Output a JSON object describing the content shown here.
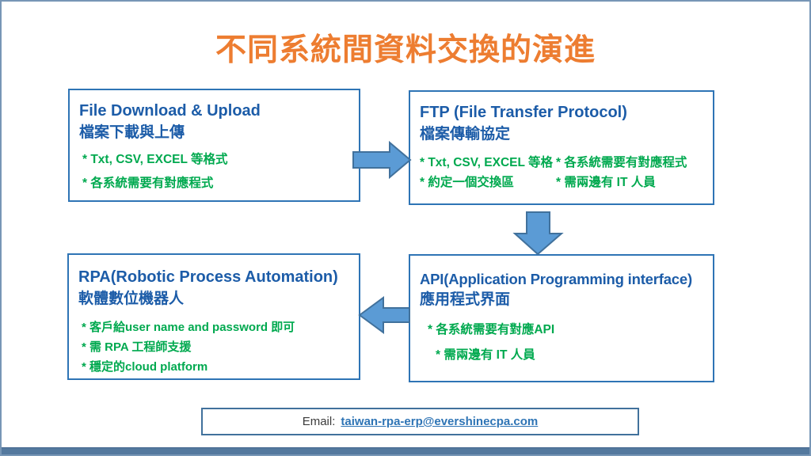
{
  "slide": {
    "title": "不同系統間資料交換的演進"
  },
  "boxes": {
    "file": {
      "title_en": "File Download & Upload",
      "title_zh": "檔案下載與上傳",
      "bullets": [
        "* Txt, CSV, EXCEL 等格式",
        "* 各系統需要有對應程式"
      ]
    },
    "ftp": {
      "title_en": "FTP (File Transfer Protocol)",
      "title_zh": "檔案傳輸協定",
      "col1": [
        "* Txt, CSV, EXCEL 等格",
        "* 約定一個交換區"
      ],
      "col2": [
        "* 各系統需要有對應程式",
        "* 需兩邊有 IT 人員"
      ]
    },
    "rpa": {
      "title_en": "RPA(Robotic Process Automation)",
      "title_zh": "軟體數位機器人",
      "bullets": [
        "* 客戶給user name and password 即可",
        "* 需 RPA 工程師支援",
        "* 穩定的cloud platform"
      ]
    },
    "api": {
      "title_en": "API(Application Programming interface)",
      "title_zh": "應用程式界面",
      "bullets": [
        "* 各系統需要有對應API",
        "* 需兩邊有 IT 人員"
      ]
    }
  },
  "email": {
    "label": "Email:",
    "address": "taiwan-rpa-erp@evershinecpa.com"
  },
  "colors": {
    "title_orange": "#ED7D31",
    "heading_blue": "#1C5CA8",
    "bullet_green": "#00A94F",
    "box_border_blue": "#2E74B5",
    "arrow_fill": "#5B9BD5",
    "arrow_stroke": "#41719C",
    "footer_bar_blue": "#54799E"
  }
}
